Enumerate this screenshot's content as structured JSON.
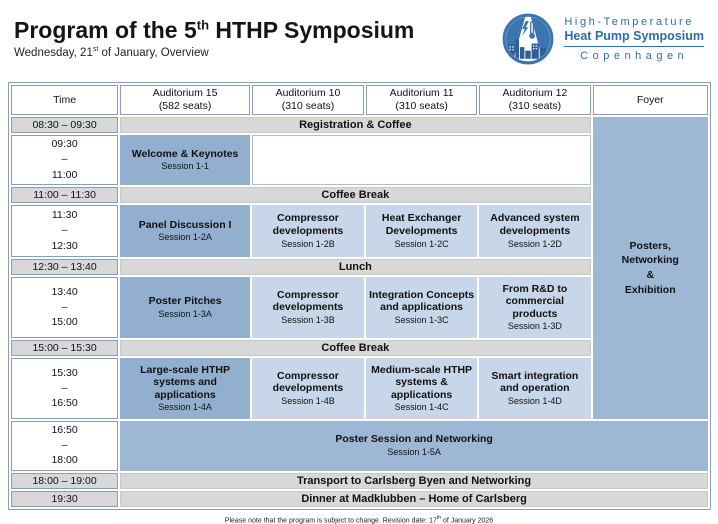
{
  "page": {
    "title": {
      "pre": "Program of the 5",
      "sup": "th",
      "post": " HTHP Symposium"
    },
    "subtitle": {
      "pre": "Wednesday, 21",
      "sup": "st",
      "post": " of January, Overview"
    },
    "footnote": {
      "pre": "Please note that the program is subject to change. Revision date: 17",
      "sup": "th",
      "post": " of January 2026"
    }
  },
  "logo": {
    "line1": "High-Temperature",
    "line2": "Heat Pump Symposium",
    "line3": "Copenhagen",
    "icon": "city-spotlight-circle-icon"
  },
  "colors": {
    "accent_dark_cell": "#92AFCF",
    "accent_light_cell": "#C7D6E9",
    "foyer_cell": "#9DB7D5",
    "break_gray": "#D8D8D8",
    "border": "#8A9CB8",
    "logo_blue": "#2E6DA8"
  },
  "table": {
    "columns": {
      "time": {
        "label": "Time"
      },
      "a15": {
        "label": "Auditorium 15",
        "sub": "(582 seats)"
      },
      "a10": {
        "label": "Auditorium 10",
        "sub": "(310 seats)"
      },
      "a11": {
        "label": "Auditorium 11",
        "sub": "(310 seats)"
      },
      "a12": {
        "label": "Auditorium 12",
        "sub": "(310 seats)"
      },
      "foyer": {
        "label": "Foyer"
      }
    },
    "foyer_cell": {
      "l0": "Posters,",
      "l1": "Networking",
      "l2": "&",
      "l3": "Exhibition"
    },
    "rows": {
      "registration": {
        "time": "08:30 – 09:30",
        "label": "Registration & Coffee"
      },
      "keynotes": {
        "t0": "09:30",
        "t1": "–",
        "t2": "11:00",
        "a15": {
          "title": "Welcome & Keynotes",
          "code": "Session 1-1"
        }
      },
      "coffee1": {
        "time": "11:00 – 11:30",
        "label": "Coffee Break"
      },
      "block2": {
        "t0": "11:30",
        "t1": "–",
        "t2": "12:30",
        "a15": {
          "title": "Panel Discussion I",
          "code": "Session 1-2A"
        },
        "a10": {
          "title": "Compressor developments",
          "code": "Session 1-2B"
        },
        "a11": {
          "title": "Heat Exchanger Developments",
          "code": "Session 1-2C"
        },
        "a12": {
          "title": "Advanced system developments",
          "code": "Session 1-2D"
        }
      },
      "lunch": {
        "time": "12:30 – 13:40",
        "label": "Lunch"
      },
      "block3": {
        "t0": "13:40",
        "t1": "–",
        "t2": "15:00",
        "a15": {
          "title": "Poster Pitches",
          "code": "Session 1-3A"
        },
        "a10": {
          "title": "Compressor developments",
          "code": "Session 1-3B"
        },
        "a11": {
          "title": "Integration Concepts and applications",
          "code": "Session 1-3C"
        },
        "a12": {
          "title": "From R&D to commercial products",
          "code": "Session 1-3D"
        }
      },
      "coffee2": {
        "time": "15:00 – 15:30",
        "label": "Coffee Break"
      },
      "block4": {
        "t0": "15:30",
        "t1": "–",
        "t2": "16:50",
        "a15": {
          "title": "Large-scale HTHP systems and applications",
          "code": "Session 1-4A"
        },
        "a10": {
          "title": "Compressor developments",
          "code": "Session 1-4B"
        },
        "a11": {
          "title": "Medium-scale HTHP systems & applications",
          "code": "Session 1-4C"
        },
        "a12": {
          "title": "Smart integration and operation",
          "code": "Session 1-4D"
        }
      },
      "poster": {
        "t0": "16:50",
        "t1": "–",
        "t2": "18:00",
        "title": "Poster Session and Networking",
        "code": "Session 1-5A"
      },
      "transport": {
        "time": "18:00 – 19:00",
        "label": "Transport to Carlsberg Byen and Networking"
      },
      "dinner": {
        "time": "19:30",
        "label": "Dinner at Madklubben – Home of Carlsberg"
      }
    }
  }
}
